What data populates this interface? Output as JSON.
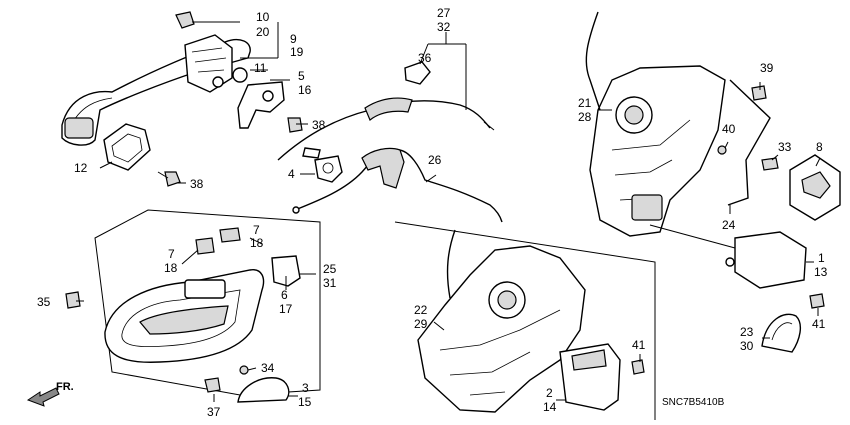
{
  "diagram_code": "SNC7B5410B",
  "direction_label": "FR.",
  "callouts": {
    "c1": "1",
    "c2": "2",
    "c3": "3",
    "c4": "4",
    "c5": "5",
    "c6": "6",
    "c7a": "7",
    "c7b": "7",
    "c8": "8",
    "c9": "9",
    "c10": "10",
    "c11": "11",
    "c12": "12",
    "c13": "13",
    "c14": "14",
    "c15": "15",
    "c16": "16",
    "c17": "17",
    "c18a": "18",
    "c18b": "18",
    "c19": "19",
    "c20": "20",
    "c21": "21",
    "c22": "22",
    "c23": "23",
    "c24": "24",
    "c25": "25",
    "c26": "26",
    "c27": "27",
    "c28": "28",
    "c29": "29",
    "c30": "30",
    "c31": "31",
    "c32": "32",
    "c33": "33",
    "c34": "34",
    "c35": "35",
    "c36": "36",
    "c37": "37",
    "c38a": "38",
    "c38b": "38",
    "c39": "39",
    "c40": "40",
    "c41a": "41",
    "c41b": "41"
  }
}
